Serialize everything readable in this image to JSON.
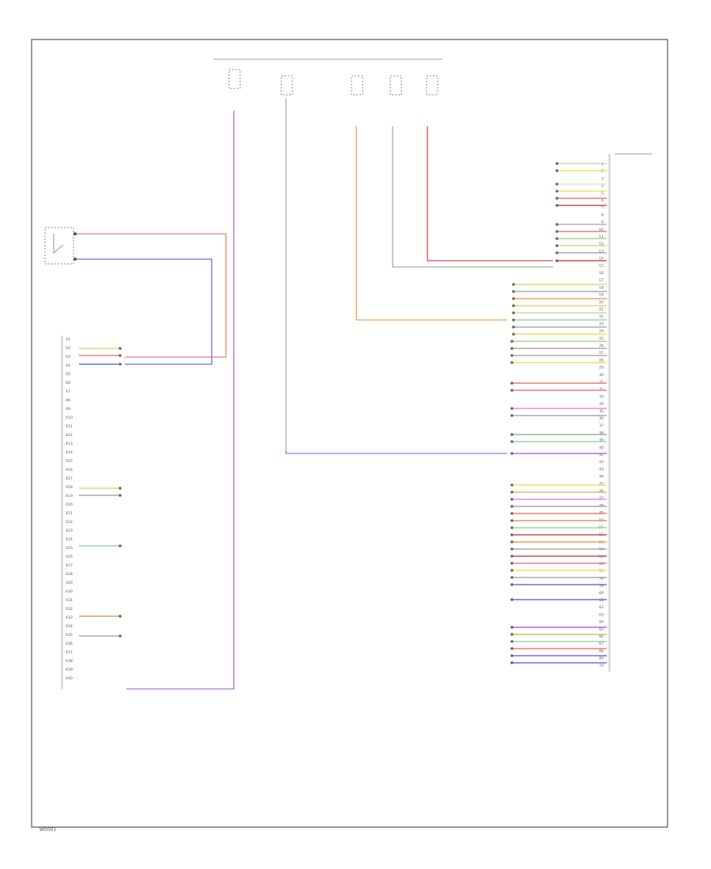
{
  "diagram": {
    "footer_code": "W0001",
    "frame_stroke": "#333333",
    "colors": {
      "red": "#ef7b7b",
      "blue": "#6b6bf0",
      "purple": "#b46ad8",
      "orange": "#f0a050",
      "dark_red": "#d94a4a",
      "gray": "#aaaaaa",
      "label": "#555555"
    },
    "left_module": {
      "pin_labels": [
        "X1",
        "X2",
        "X3",
        "X4",
        "X5",
        "X6",
        "X7",
        "X8",
        "X9",
        "X10",
        "X11",
        "X12",
        "X13",
        "X14",
        "X15",
        "X16",
        "X17",
        "X18",
        "X19",
        "X20",
        "X21",
        "X22",
        "X23",
        "X24",
        "X25",
        "X26",
        "X27",
        "X28",
        "X29",
        "X30",
        "X31",
        "X32",
        "X33",
        "X34",
        "X35",
        "X36",
        "X37",
        "X38",
        "X39",
        "X40"
      ]
    },
    "right_module": {
      "pin_labels": [
        "1",
        "2",
        "3",
        "4",
        "5",
        "6",
        "7",
        "8",
        "9",
        "10",
        "11",
        "12",
        "13",
        "14",
        "15",
        "16",
        "17",
        "18",
        "19",
        "20",
        "21",
        "22",
        "23",
        "24",
        "25",
        "26",
        "27",
        "28",
        "29",
        "30",
        "31",
        "32",
        "33",
        "34",
        "35",
        "36",
        "37",
        "38",
        "39",
        "40",
        "41",
        "42",
        "43",
        "44",
        "45",
        "46",
        "47",
        "48",
        "49",
        "50",
        "51",
        "52",
        "53",
        "54",
        "55",
        "56",
        "57",
        "58",
        "59",
        "60",
        "61",
        "62",
        "63",
        "64",
        "65",
        "66",
        "67",
        "68",
        "69",
        "70"
      ]
    }
  }
}
